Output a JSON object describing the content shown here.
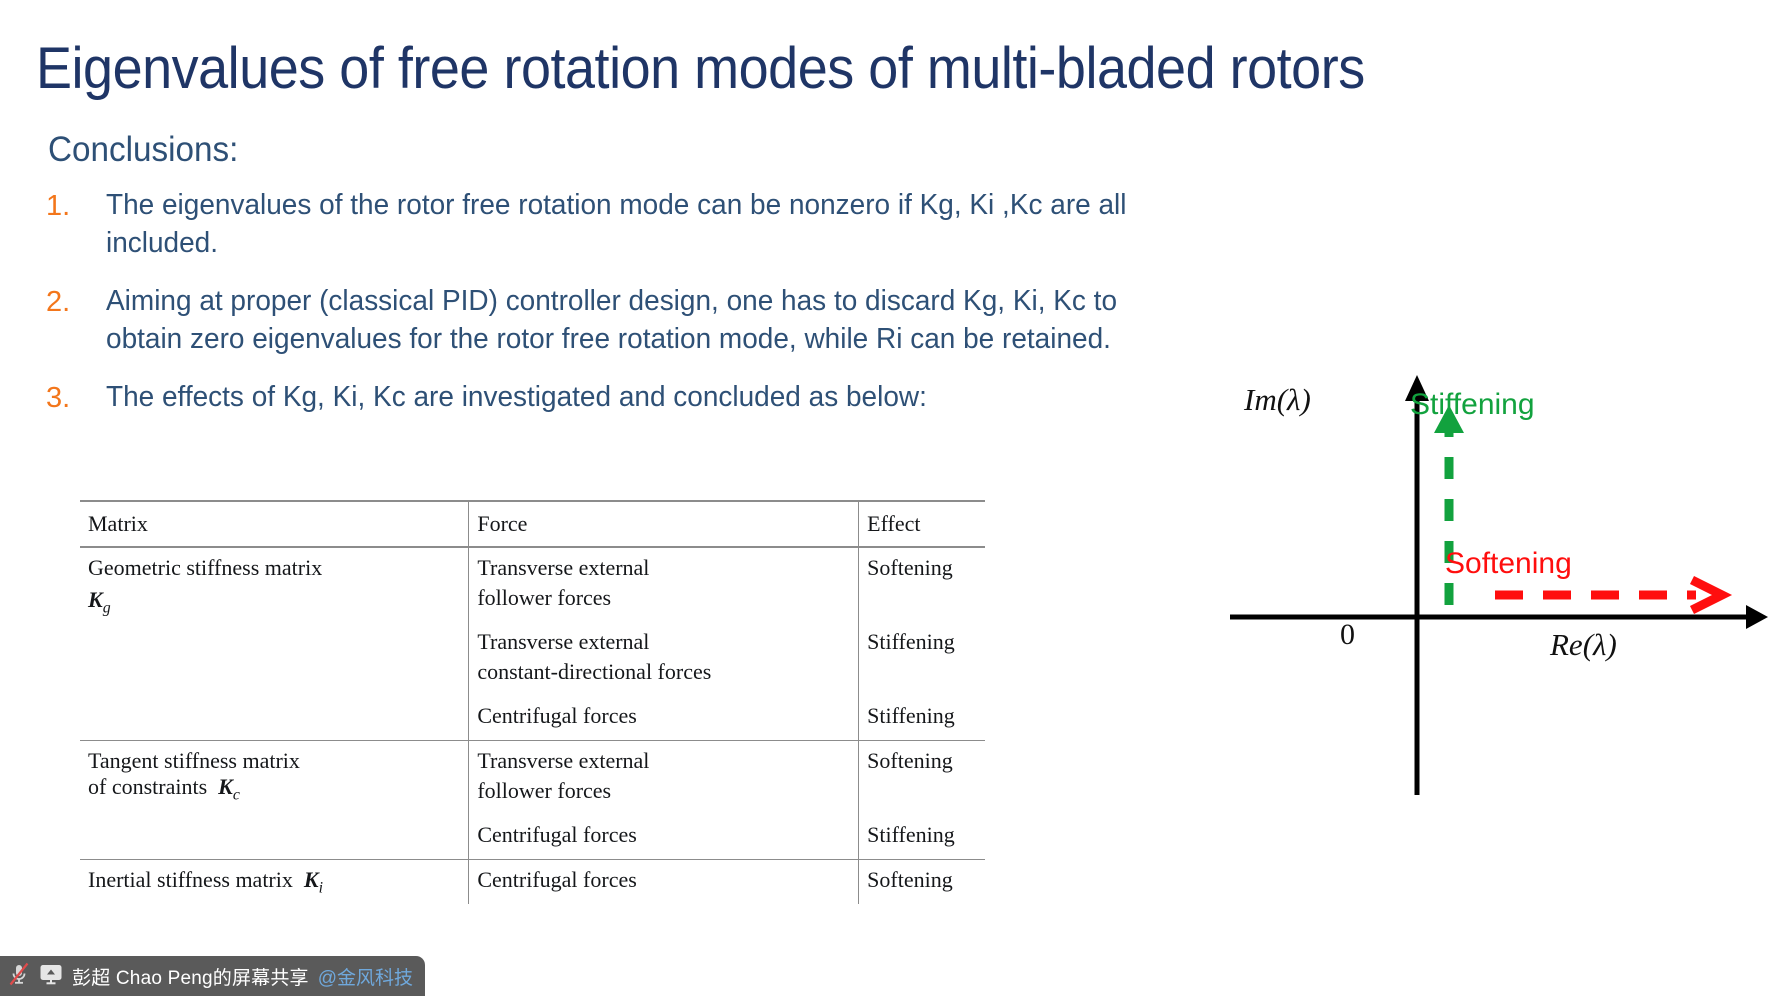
{
  "slide": {
    "title": "Eigenvalues of free rotation modes of multi-bladed rotors",
    "heading": "Conclusions:",
    "title_color": "#1F3566",
    "heading_color": "#2E5076",
    "number_color": "#F3761B",
    "body_color": "#2E5076"
  },
  "conclusions": [
    {
      "number": "1.",
      "text": "The eigenvalues of the rotor free rotation mode can be nonzero if Kg, Ki ,Kc are all included."
    },
    {
      "number": "2.",
      "text": "Aiming at proper (classical PID) controller design, one has to discard Kg, Ki, Kc to obtain zero eigenvalues for the rotor free rotation mode, while Ri can be retained."
    },
    {
      "number": "3.",
      "text": "The effects of Kg, Ki, Kc are investigated and concluded as below:"
    }
  ],
  "table": {
    "headers": [
      "Matrix",
      "Force",
      "Effect"
    ],
    "groups": [
      {
        "matrix_name": "Geometric stiffness matrix",
        "matrix_symbol": "K",
        "matrix_subscript": "g",
        "symbol_on_new_line": true,
        "rows": [
          {
            "force": [
              "Transverse external",
              "follower forces"
            ],
            "effect": "Softening"
          },
          {
            "force": [
              "Transverse external",
              "constant-directional forces"
            ],
            "effect": "Stiffening"
          },
          {
            "force": [
              "Centrifugal forces"
            ],
            "effect": "Stiffening"
          }
        ]
      },
      {
        "matrix_name": "Tangent stiffness matrix of constraints",
        "matrix_line1": "Tangent stiffness matrix",
        "matrix_line2": "of constraints",
        "matrix_symbol": "K",
        "matrix_subscript": "c",
        "symbol_on_new_line": false,
        "rows": [
          {
            "force": [
              "Transverse external",
              "follower forces"
            ],
            "effect": "Softening"
          },
          {
            "force": [
              "Centrifugal forces"
            ],
            "effect": "Stiffening"
          }
        ]
      },
      {
        "matrix_name": "Inertial stiffness matrix",
        "matrix_symbol": "K",
        "matrix_subscript": "i",
        "symbol_on_new_line": false,
        "rows": [
          {
            "force": [
              "Centrifugal forces"
            ],
            "effect": "Softening"
          }
        ]
      }
    ]
  },
  "diagram": {
    "im_axis_label": "Im(λ)",
    "re_axis_label": "Re(λ)",
    "origin_label": "0",
    "stiffening_label": "Stiffening",
    "softening_label": "Softening",
    "stiffening_color": "#12A23E",
    "softening_color": "#FF0E0E",
    "axis_color": "#000000"
  },
  "share_bar": {
    "presenter": "彭超 Chao Peng的屏幕共享",
    "handle": "@金风科技",
    "mic_icon": "microphone-muted-icon",
    "screen_icon": "screen-share-icon",
    "background": "#5A5A5A",
    "handle_color": "#6FA8DC"
  }
}
